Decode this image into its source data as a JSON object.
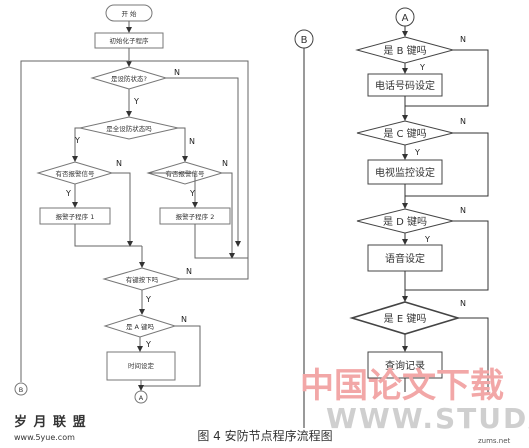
{
  "left_chart": {
    "start": "开 始",
    "init": "初始化子程序",
    "q_armed": "是设防状态?",
    "q_full_armed": "是全设防状态吗",
    "q_alarm_left": "有否报警信号",
    "q_alarm_right": "有否报警信号",
    "alarm_sub1": "报警子程序 1",
    "alarm_sub2": "报警子程序 2",
    "q_key": "有键按下吗",
    "q_key_a": "是 A 键吗",
    "time_set": "时间设定",
    "connector_a": "A",
    "connector_b": "B",
    "yes": "Y",
    "no": "N"
  },
  "right_chart": {
    "connector_a": "A",
    "connector_b": "B",
    "q_key_b": "是 B 键吗",
    "phone_set": "电话号码设定",
    "q_key_c": "是 C 键吗",
    "tv_monitor": "电视监控设定",
    "q_key_d": "是 D 键吗",
    "voice_set": "语音设定",
    "q_key_e": "是 E 键吗",
    "query_records": "查询记录",
    "yes": "Y",
    "no": "N"
  },
  "caption": "图 4 安防节点程序流程图",
  "watermarks": {
    "bottom_left_cn": "岁 月 联 盟",
    "bottom_left_url": "www.5yue.com",
    "bottom_right_cn": "中国论文下载",
    "bottom_right_url": "WWW.STUDA.",
    "bottom_right_small": "zums.net"
  },
  "colors": {
    "watermark_red": "#f2a7a7",
    "watermark_gray": "#c8c8c8"
  }
}
